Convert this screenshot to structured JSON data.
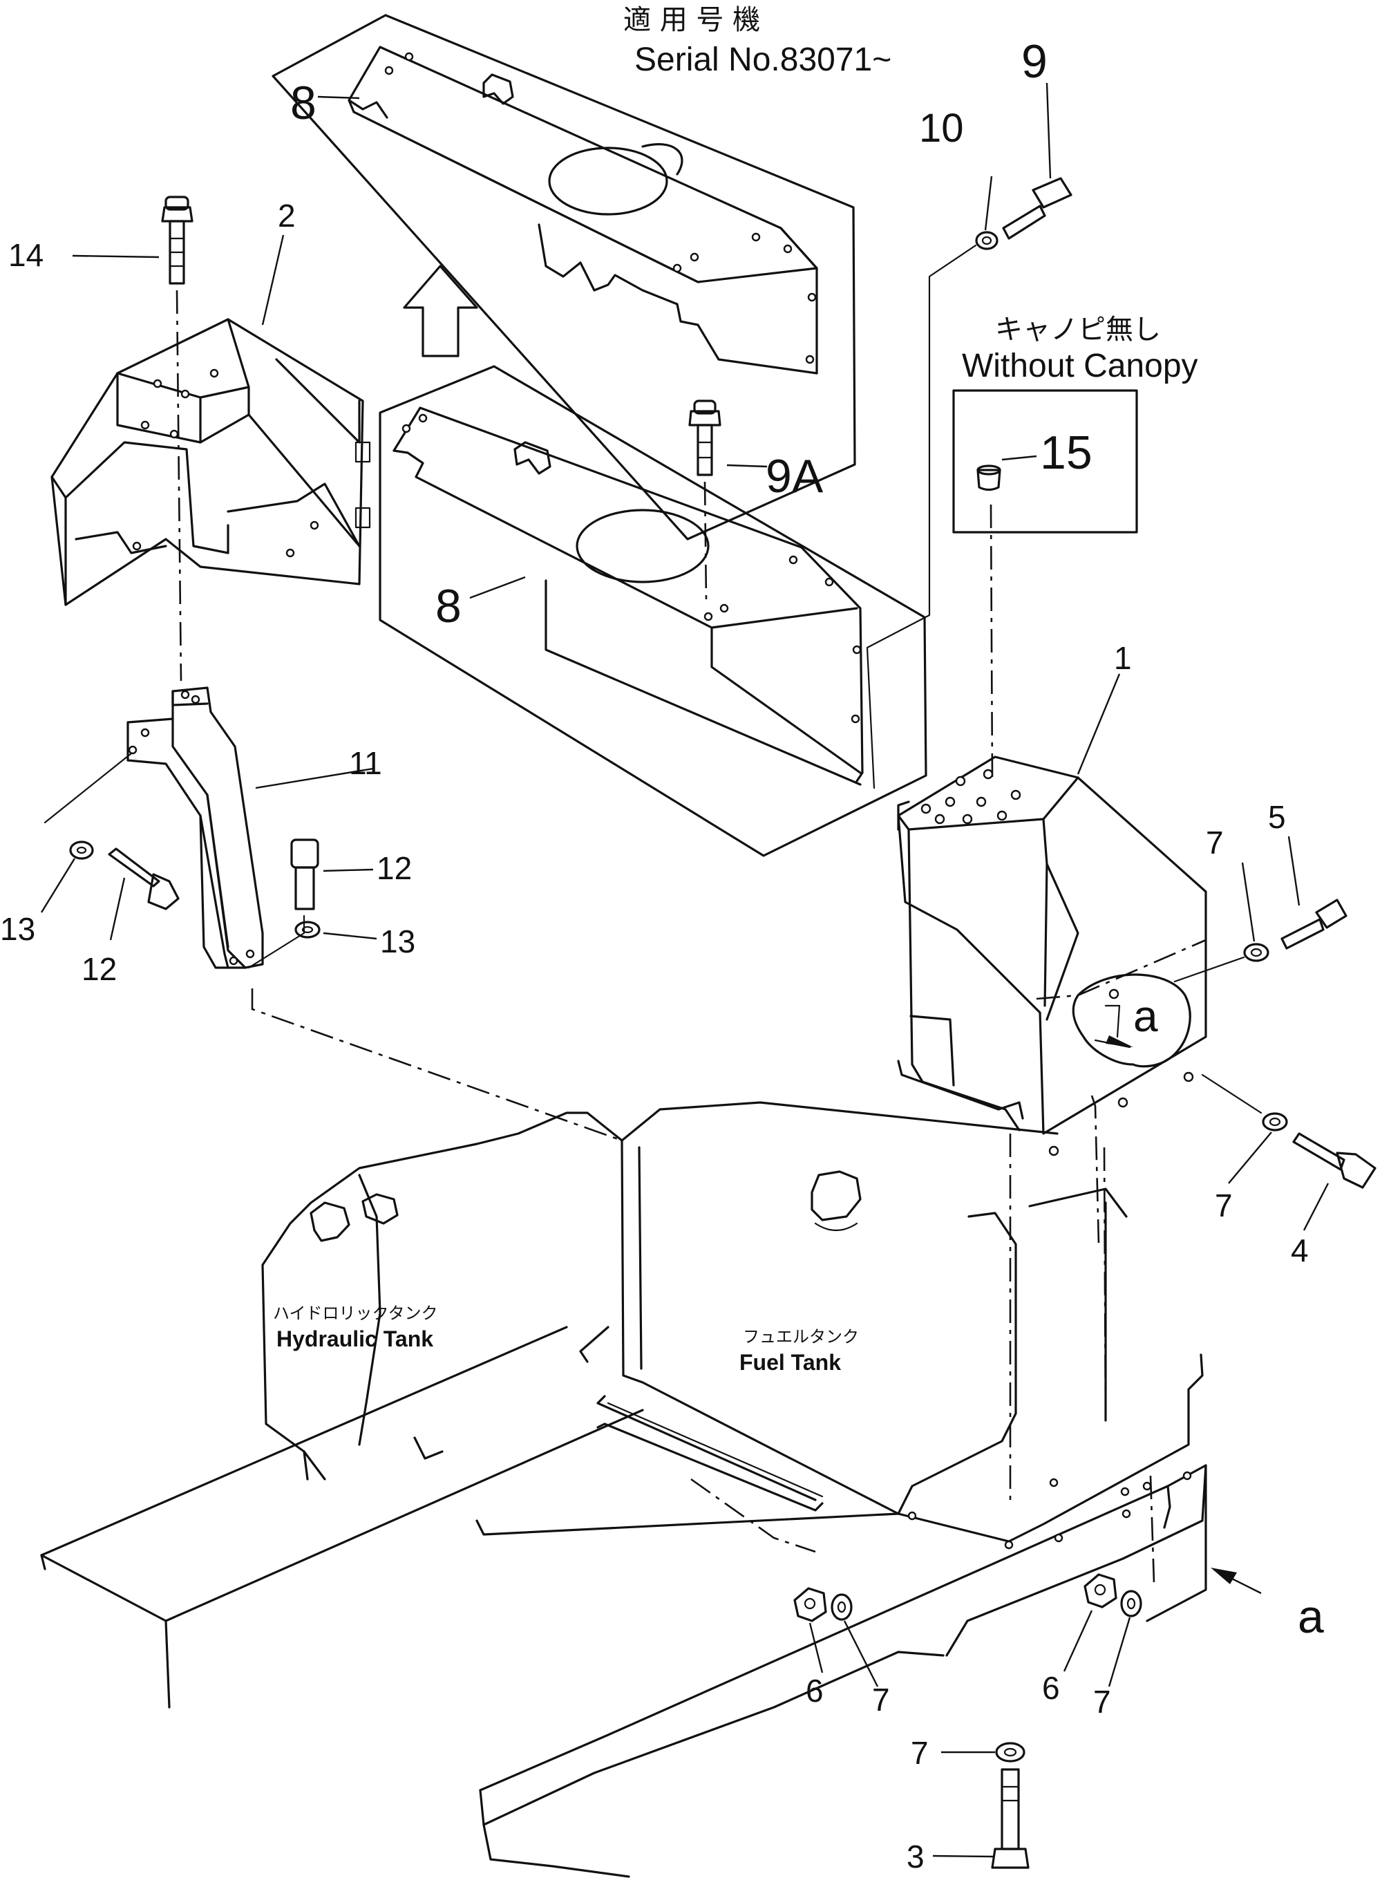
{
  "header": {
    "serial_jp": "適 用 号 機",
    "serial_en": "Serial  No.83071~"
  },
  "canopy_note": {
    "jp": "キャノピ無し",
    "en": "Without Canopy"
  },
  "tanks": {
    "hydraulic_jp": "ハイドロリックタンク",
    "hydraulic_en": "Hydraulic  Tank",
    "fuel_jp": "フュエルタンク",
    "fuel_en": "Fuel  Tank"
  },
  "view_marker": {
    "a_arrow": "a",
    "a_circle": "a"
  },
  "callouts": {
    "c1": "1",
    "c2": "2",
    "c3": "3",
    "c4": "4",
    "c5": "5",
    "c6a": "6",
    "c6b": "6",
    "c7a": "7",
    "c7b": "7",
    "c7c": "7",
    "c7d": "7",
    "c7e": "7",
    "c8a": "8",
    "c8b": "8",
    "c9": "9",
    "c9a": "9A",
    "c10": "10",
    "c11": "11",
    "c12a": "12",
    "c12b": "12",
    "c13a": "13",
    "c13b": "13",
    "c14": "14",
    "c15": "15"
  }
}
